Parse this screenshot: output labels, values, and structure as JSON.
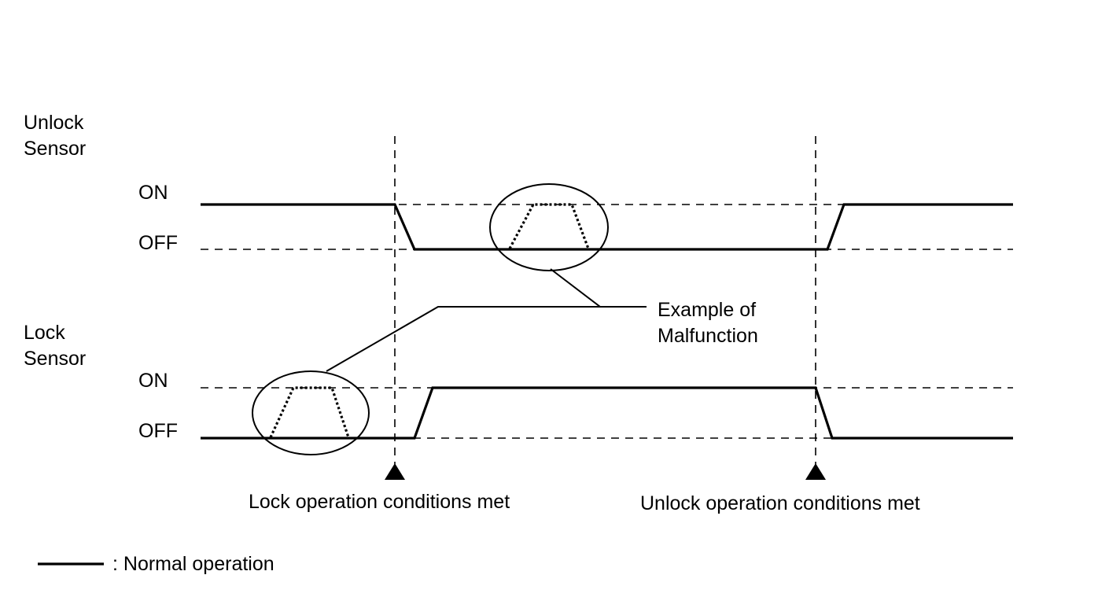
{
  "unlock_sensor": {
    "label_line1": "Unlock",
    "label_line2": "Sensor",
    "on_label": "ON",
    "off_label": "OFF"
  },
  "lock_sensor": {
    "label_line1": "Lock",
    "label_line2": "Sensor",
    "on_label": "ON",
    "off_label": "OFF"
  },
  "callout": {
    "line1": "Example of",
    "line2": "Malfunction"
  },
  "events": {
    "lock": "Lock operation conditions met",
    "unlock": "Unlock operation conditions met"
  },
  "legend": {
    "text": ": Normal operation"
  }
}
